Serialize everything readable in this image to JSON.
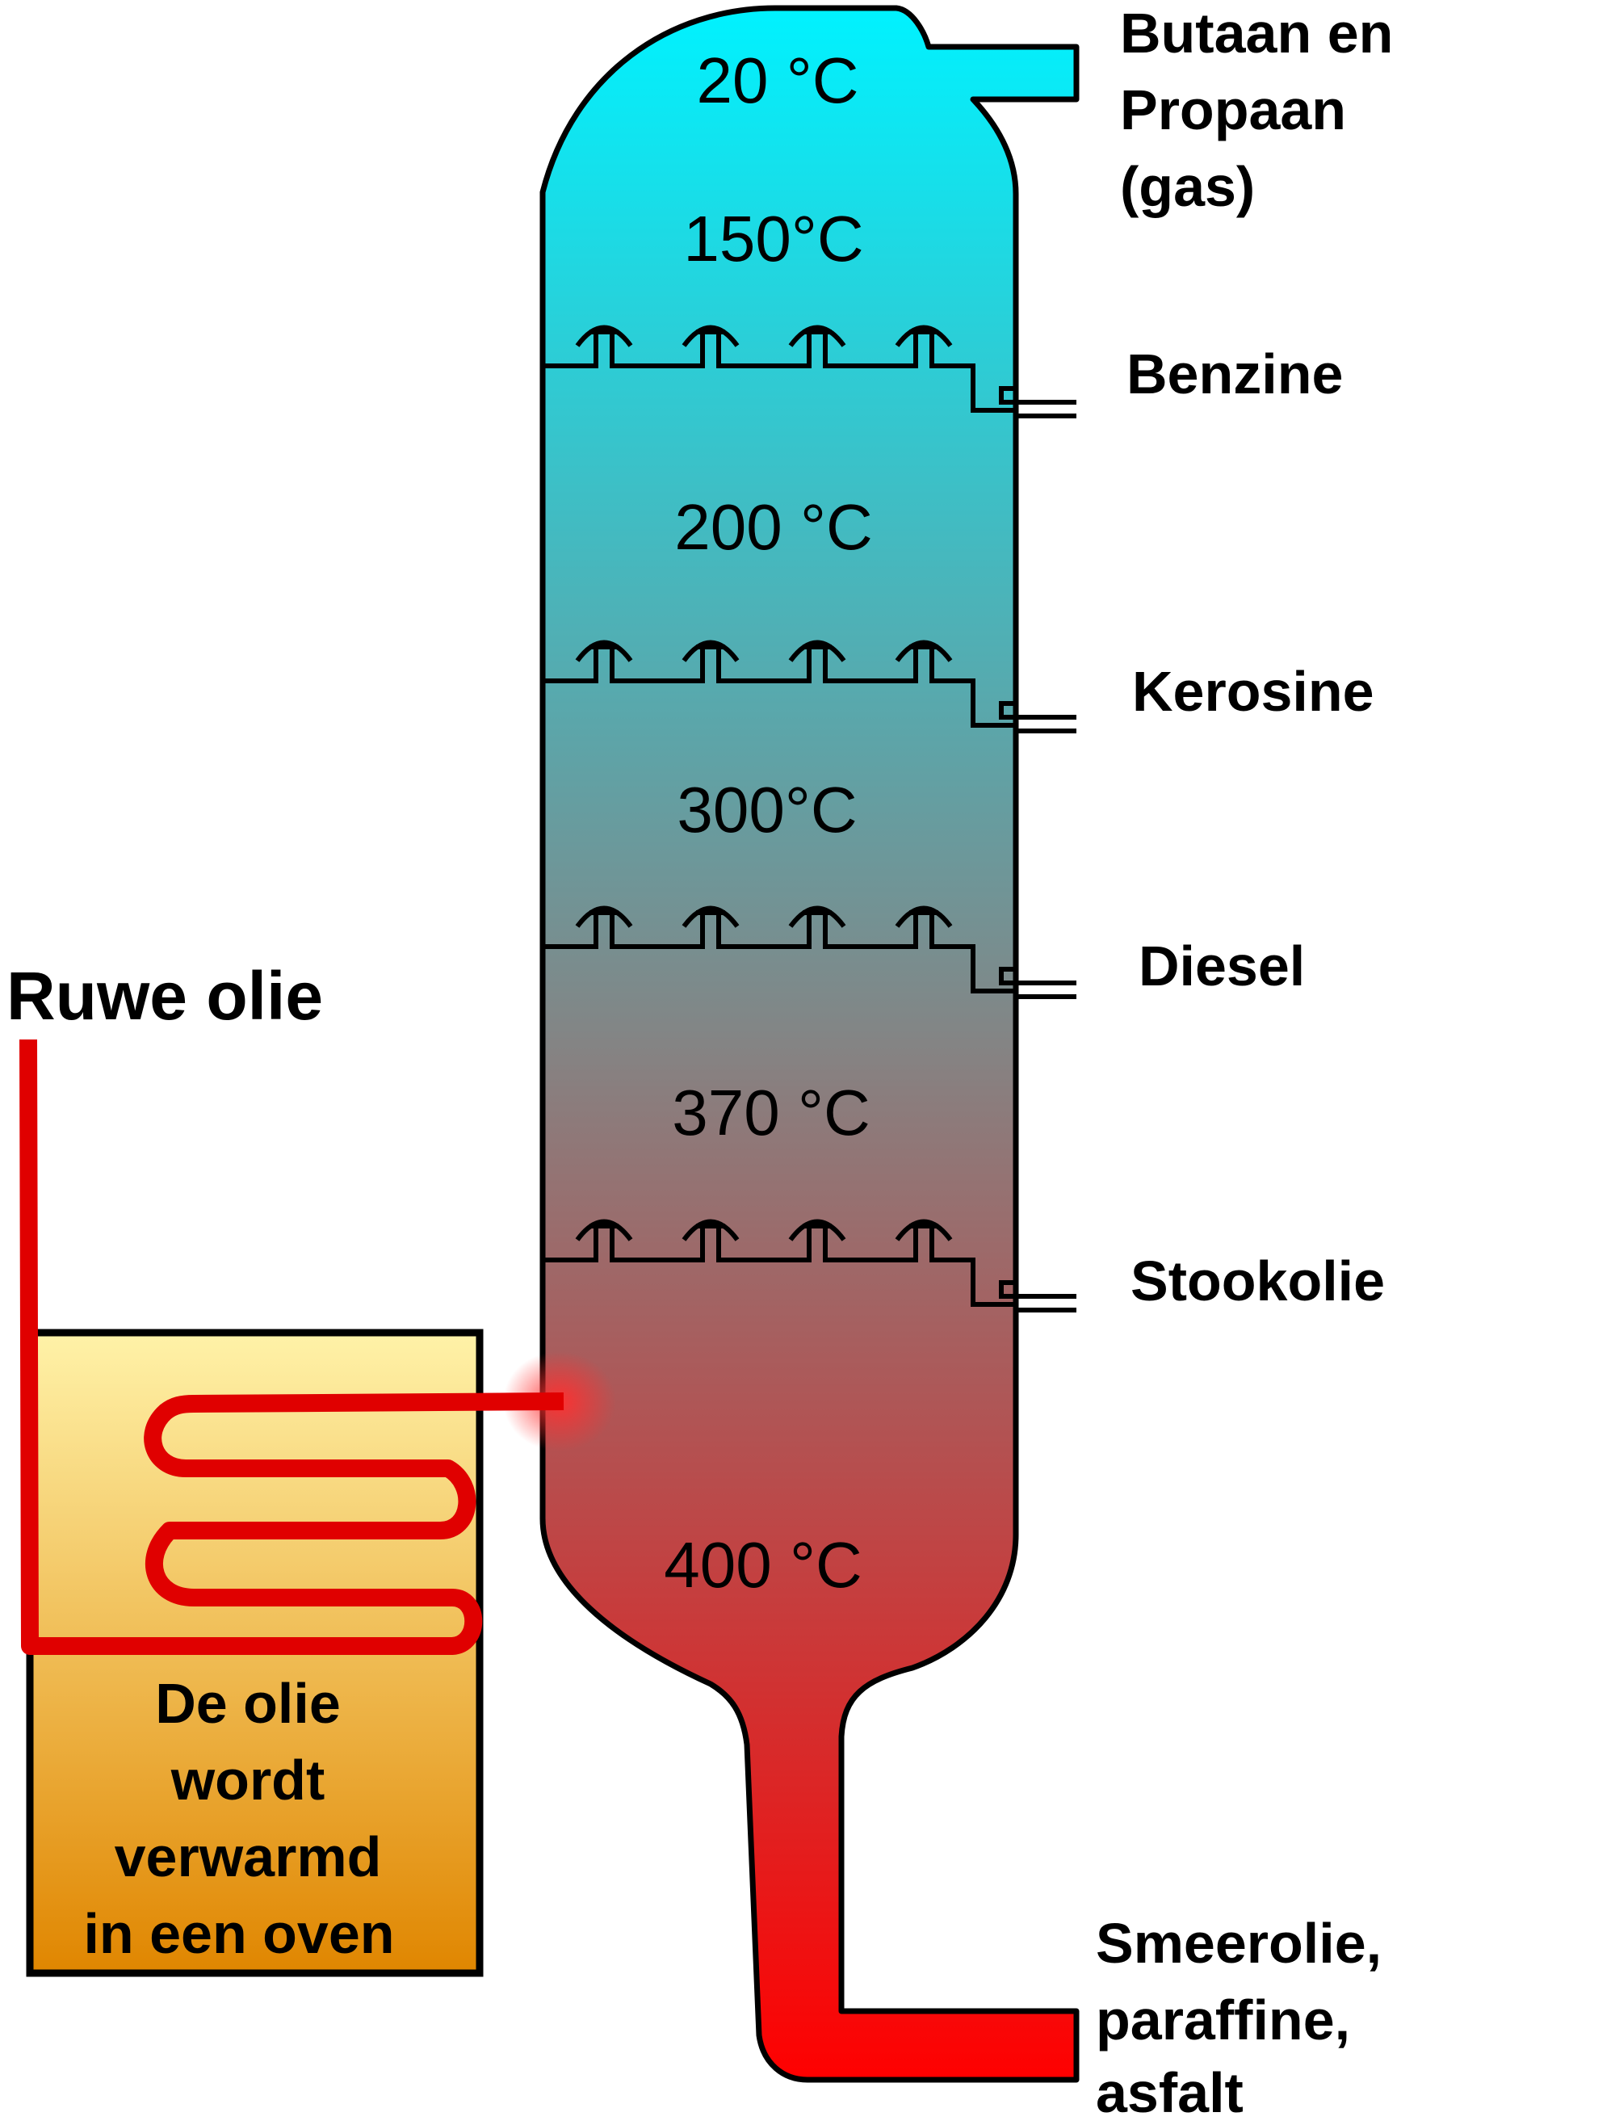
{
  "temperatures": [
    "20 °C",
    "150°C",
    "200 °C",
    "300°C",
    "370 °C",
    "400 °C"
  ],
  "products": {
    "gas": [
      "Butaan en",
      "Propaan",
      "(gas)"
    ],
    "benzine": "Benzine",
    "kerosine": "Kerosine",
    "diesel": "Diesel",
    "stookolie": "Stookolie",
    "residue": [
      "Smeerolie,",
      "paraffine,",
      "asfalt"
    ]
  },
  "crude_label": "Ruwe olie",
  "oven_label": [
    "De olie",
    "wordt",
    "verwarmd",
    "in een oven"
  ],
  "colors": {
    "column_top": "#00f2ff",
    "column_mid": "#848484",
    "column_bottom": "#ff0000",
    "oven_top": "#fff2a8",
    "oven_bottom": "#e08600",
    "pipe": "#e00000"
  }
}
